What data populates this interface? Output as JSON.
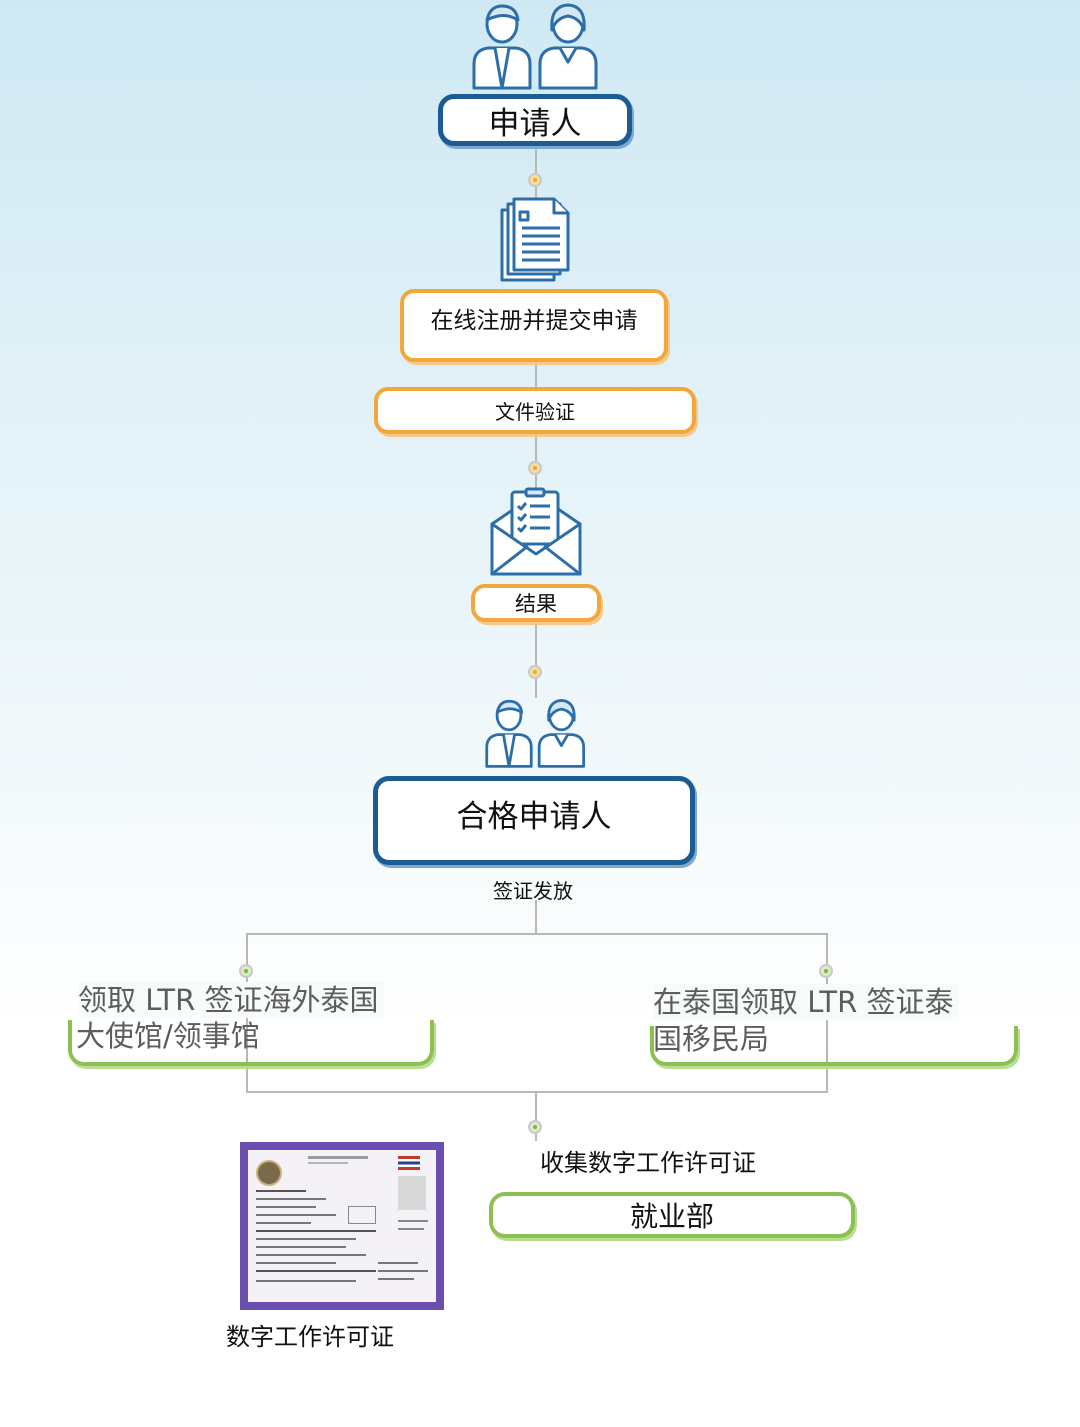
{
  "steps": {
    "applicant": "申请人",
    "register": "在线注册并提交申请",
    "verify": "文件验证",
    "result": "结果",
    "qualified": "合格申请人",
    "issue": "签证发放",
    "overseas": "领取 LTR 签证海外泰国大使馆/领事馆",
    "overseas_line1": "领取 LTR 签证海外泰国",
    "overseas_line2": "大使馆/领事馆",
    "thailand": "在泰国领取 LTR 签证泰国移民局",
    "thailand_line1": "在泰国领取 LTR 签证泰",
    "thailand_line2": "国移民局",
    "collect": "收集数字工作许可证",
    "ministry": "就业部",
    "permit_caption": "数字工作许可证"
  },
  "colors": {
    "blue": "#1d5b93",
    "orange": "#f2a73a",
    "green": "#8cc152",
    "permit_frame": "#6a4fb0"
  },
  "icons": [
    "person-pair-icon",
    "document-icon",
    "envelope-icon",
    "person-pair-icon"
  ]
}
